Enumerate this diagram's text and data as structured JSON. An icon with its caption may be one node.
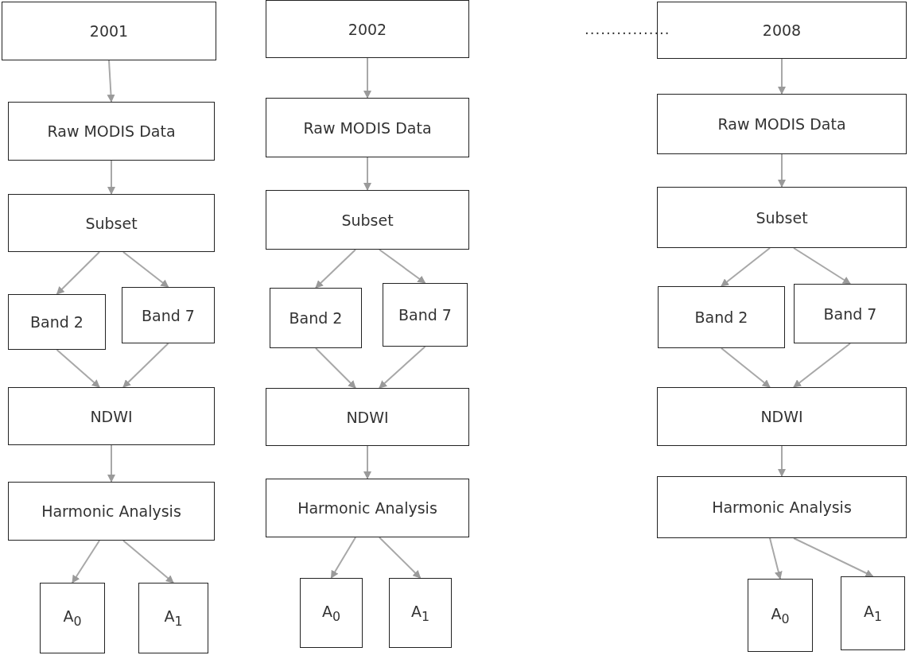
{
  "diagram": {
    "nodes": [
      {
        "text": [
          "2001"
        ]
      },
      {
        "text": [
          "Raw MODIS  Data"
        ]
      },
      {
        "text": [
          "Subset"
        ]
      },
      {
        "text": [
          "Band 2"
        ]
      },
      {
        "text": [
          "Band 7"
        ]
      },
      {
        "text": [
          "NDWI"
        ]
      },
      {
        "text": [
          "Harmonic Analysis"
        ]
      },
      {
        "text": [
          "A$_{0}$"
        ]
      },
      {
        "text": [
          "A$_{1}$"
        ]
      },
      {
        "text": [
          "2002"
        ]
      },
      {
        "text": [
          "Raw MODIS  Data"
        ]
      },
      {
        "text": [
          "Subset"
        ]
      },
      {
        "text": [
          "Band 2"
        ]
      },
      {
        "text": [
          "Band 7"
        ]
      },
      {
        "text": [
          "NDWI"
        ]
      },
      {
        "text": [
          "Harmonic Analysis"
        ]
      },
      {
        "text": [
          "A$_{0}$"
        ]
      },
      {
        "text": [
          "A$_{1}$"
        ]
      },
      {
        "text": [
          "2008"
        ]
      },
      {
        "text": [
          "Raw MODIS  Data"
        ]
      },
      {
        "text": [
          "Subset"
        ]
      },
      {
        "text": [
          "Band 2"
        ]
      },
      {
        "text": [
          "Band 7"
        ]
      },
      {
        "text": [
          "NDWI"
        ]
      },
      {
        "text": [
          "Harmonic Analysis"
        ]
      },
      {
        "text": [
          "A$_{0}$"
        ]
      },
      {
        "text": [
          "A$_{1}$"
        ]
      }
    ],
    "edges": [
      {
        "from": 0,
        "to": 1,
        "arrow": "to"
      },
      {
        "from": 1,
        "to": 2,
        "arrow": "to"
      },
      {
        "from": 2,
        "to": 3,
        "arrow": "to"
      },
      {
        "from": 2,
        "to": 4,
        "arrow": "to"
      },
      {
        "from": 3,
        "to": 5,
        "arrow": "to"
      },
      {
        "from": 4,
        "to": 5,
        "arrow": "to"
      },
      {
        "from": 5,
        "to": 6,
        "arrow": "to"
      },
      {
        "from": 6,
        "to": 7,
        "arrow": "to"
      },
      {
        "from": 6,
        "to": 8,
        "arrow": "to"
      },
      {
        "from": 9,
        "to": 10,
        "arrow": "to"
      },
      {
        "from": 10,
        "to": 11,
        "arrow": "to"
      },
      {
        "from": 11,
        "to": 12,
        "arrow": "to"
      },
      {
        "from": 11,
        "to": 13,
        "arrow": "to"
      },
      {
        "from": 12,
        "to": 14,
        "arrow": "to"
      },
      {
        "from": 13,
        "to": 14,
        "arrow": "to"
      },
      {
        "from": 14,
        "to": 15,
        "arrow": "to"
      },
      {
        "from": 15,
        "to": 16,
        "arrow": "to"
      },
      {
        "from": 15,
        "to": 17,
        "arrow": "to"
      },
      {
        "from": 18,
        "to": 19,
        "arrow": "to"
      },
      {
        "from": 19,
        "to": 20,
        "arrow": "to"
      },
      {
        "from": 20,
        "to": 21,
        "arrow": "to"
      },
      {
        "from": 20,
        "to": 22,
        "arrow": "to"
      },
      {
        "from": 21,
        "to": 23,
        "arrow": "to"
      },
      {
        "from": 22,
        "to": 23,
        "arrow": "to"
      },
      {
        "from": 23,
        "to": 24,
        "arrow": "to"
      },
      {
        "from": 24,
        "to": 25,
        "arrow": "to"
      },
      {
        "from": 24,
        "to": 26,
        "arrow": "to"
      }
    ],
    "labels": [
      "................"
    ]
  }
}
